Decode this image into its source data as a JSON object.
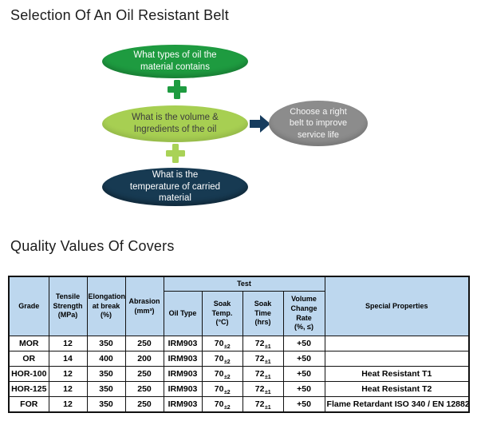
{
  "page": {
    "title_selection": "Selection Of An Oil Resistant Belt",
    "title_quality": "Quality Values Of Covers"
  },
  "diagram": {
    "ellipse_oil_type": {
      "text": "What types of oil the\nmaterial contains",
      "color": "#1e9b40",
      "text_color": "#ffffff"
    },
    "ellipse_volume": {
      "text": "What is the volume &\nIngredients of the oil",
      "color": "#a7cf52",
      "text_color": "#3c3c3c"
    },
    "ellipse_temperature": {
      "text": "What is the\ntemperature of carried\nmaterial",
      "color": "#173a52",
      "text_color": "#ffffff"
    },
    "ellipse_result": {
      "text": "Choose a right\nbelt to improve\nservice life",
      "color": "#8c8c8c",
      "text_color": "#f7f7f7"
    },
    "icons": {
      "plus_top": "plus-icon",
      "plus_bottom": "plus-icon",
      "arrow": "arrow-right-icon"
    },
    "plus_top_color": "#1e9b40",
    "plus_bottom_color": "#a9d257",
    "arrow_color": "#163c5e"
  },
  "table": {
    "header_bg": "#bdd7ee",
    "border_color": "#111111",
    "headers": {
      "grade": "Grade",
      "tensile": "Tensile\nStrength\n(MPa)",
      "elongation": "Elongation\nat break\n(%)",
      "abrasion": "Abrasion\n(mm³)",
      "test_group": "Test",
      "oil_type": "Oil Type",
      "soak_temp": "Soak\nTemp.\n(°C)",
      "soak_time": "Soak\nTime\n(hrs)",
      "volume_change": "Volume\nChange\nRate\n(%, ≤)",
      "special": "Special Properties"
    },
    "rows": [
      {
        "grade": "MOR",
        "tensile": "12",
        "elongation": "350",
        "abrasion": "250",
        "oil_type": "IRM903",
        "soak_temp": {
          "base": "70",
          "sub": "±2"
        },
        "soak_time": {
          "base": "72",
          "sub": "±1"
        },
        "volume": "+50",
        "special": ""
      },
      {
        "grade": "OR",
        "tensile": "14",
        "elongation": "400",
        "abrasion": "200",
        "oil_type": "IRM903",
        "soak_temp": {
          "base": "70",
          "sub": "±2"
        },
        "soak_time": {
          "base": "72",
          "sub": "±1"
        },
        "volume": "+50",
        "special": ""
      },
      {
        "grade": "HOR-100",
        "tensile": "12",
        "elongation": "350",
        "abrasion": "250",
        "oil_type": "IRM903",
        "soak_temp": {
          "base": "70",
          "sub": "±2"
        },
        "soak_time": {
          "base": "72",
          "sub": "±1"
        },
        "volume": "+50",
        "special": "Heat Resistant T1"
      },
      {
        "grade": "HOR-125",
        "tensile": "12",
        "elongation": "350",
        "abrasion": "250",
        "oil_type": "IRM903",
        "soak_temp": {
          "base": "70",
          "sub": "±2"
        },
        "soak_time": {
          "base": "72",
          "sub": "±1"
        },
        "volume": "+50",
        "special": "Heat Resistant T2"
      },
      {
        "grade": "FOR",
        "tensile": "12",
        "elongation": "350",
        "abrasion": "250",
        "oil_type": "IRM903",
        "soak_temp": {
          "base": "70",
          "sub": "±2"
        },
        "soak_time": {
          "base": "72",
          "sub": "±1"
        },
        "volume": "+50",
        "special": "Flame Retardant ISO 340 / EN 12882"
      }
    ]
  }
}
